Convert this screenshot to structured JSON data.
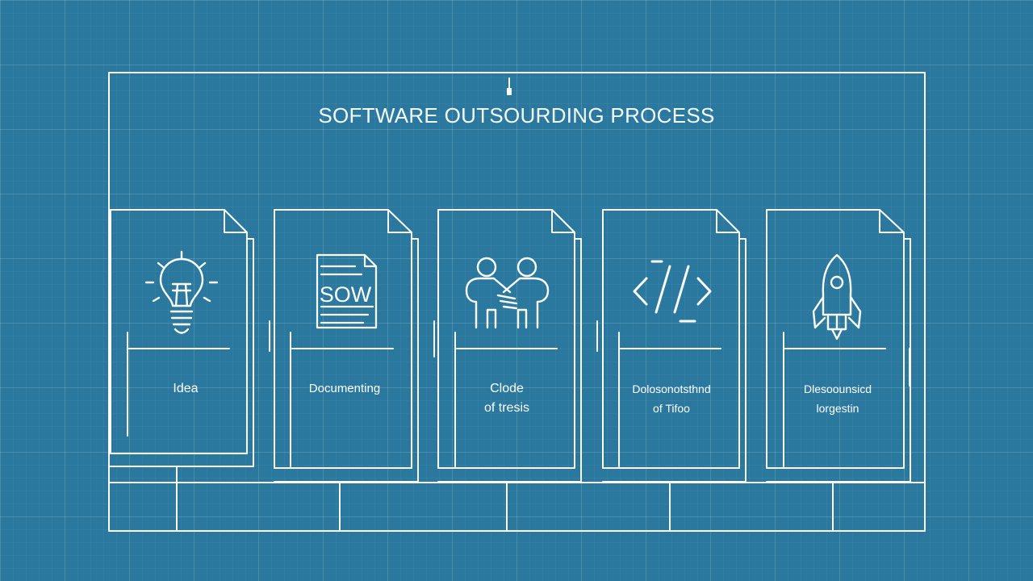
{
  "diagram": {
    "title": "SOFTWARE OUTSOURDING PROCESS",
    "steps": [
      {
        "label": "Idea",
        "icon": "lightbulb-icon"
      },
      {
        "label": "Documenting",
        "icon": "sow-document-icon",
        "icon_text": "SOW"
      },
      {
        "label": "Clode\nof tresis",
        "icon": "handshake-icon"
      },
      {
        "label": "Dolosonotsthnd\nof Tifoo",
        "icon": "code-icon"
      },
      {
        "label": "Dlesoounsicd\nlorgestin",
        "icon": "rocket-icon"
      }
    ],
    "colors": {
      "background": "#2b789f",
      "line": "#ffffff"
    }
  }
}
